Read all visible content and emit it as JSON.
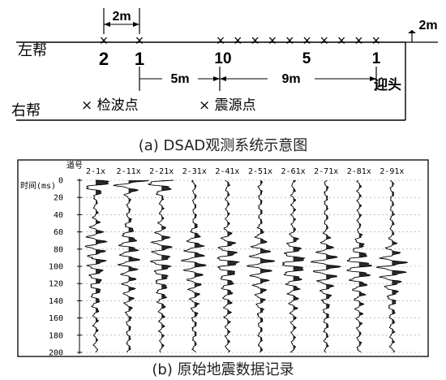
{
  "layout_diagram": {
    "left_wall": "左帮",
    "right_wall": "右帮",
    "face": "迎头",
    "spacing_2m_top": "2m",
    "spacing_2m_right": "2m",
    "spacing_5m": "5m",
    "spacing_9m": "9m",
    "receiver_labels": [
      "2",
      "1"
    ],
    "source_labels": [
      "10",
      "5",
      "1"
    ],
    "legend_receiver": "× 检波点",
    "legend_source": "× 震源点",
    "caption": "(a) DSAD观测系统示意图"
  },
  "seismic_record": {
    "trace_axis_label": "道号",
    "time_axis_label": "时间(ms)",
    "trace_labels": [
      "2-1x",
      "2-11x",
      "2-21x",
      "2-31x",
      "2-41x",
      "2-51x",
      "2-61x",
      "2-71x",
      "2-81x",
      "2-91x"
    ],
    "time_ticks": [
      "0",
      "20",
      "40",
      "60",
      "80",
      "100",
      "120",
      "140",
      "160",
      "180",
      "200"
    ],
    "caption": "(b) 原始地震数据记录"
  },
  "chart_data": {
    "type": "wiggle-trace seismogram",
    "x_label": "道号",
    "y_label": "时间(ms)",
    "y_range": [
      0,
      200
    ],
    "y_ticks": [
      0,
      20,
      40,
      60,
      80,
      100,
      120,
      140,
      160,
      180,
      200
    ],
    "traces": [
      "2-1x",
      "2-11x",
      "2-21x",
      "2-31x",
      "2-41x",
      "2-51x",
      "2-61x",
      "2-71x",
      "2-81x",
      "2-91x"
    ]
  }
}
